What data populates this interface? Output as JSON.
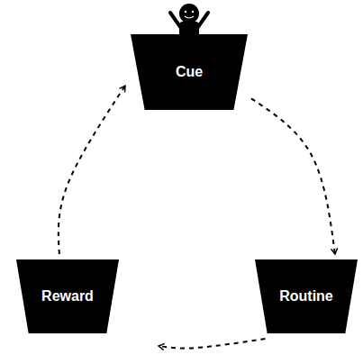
{
  "diagram": {
    "nodes": [
      {
        "text": [
          "Cue"
        ]
      },
      {
        "text": [
          "Reward"
        ]
      },
      {
        "text": [
          "Routine"
        ]
      }
    ],
    "edges": [
      {
        "from": 0,
        "to": 2,
        "arrow": "to"
      },
      {
        "from": 2,
        "to": 1,
        "arrow": "to"
      },
      {
        "from": 1,
        "to": 0,
        "arrow": "to"
      }
    ]
  }
}
